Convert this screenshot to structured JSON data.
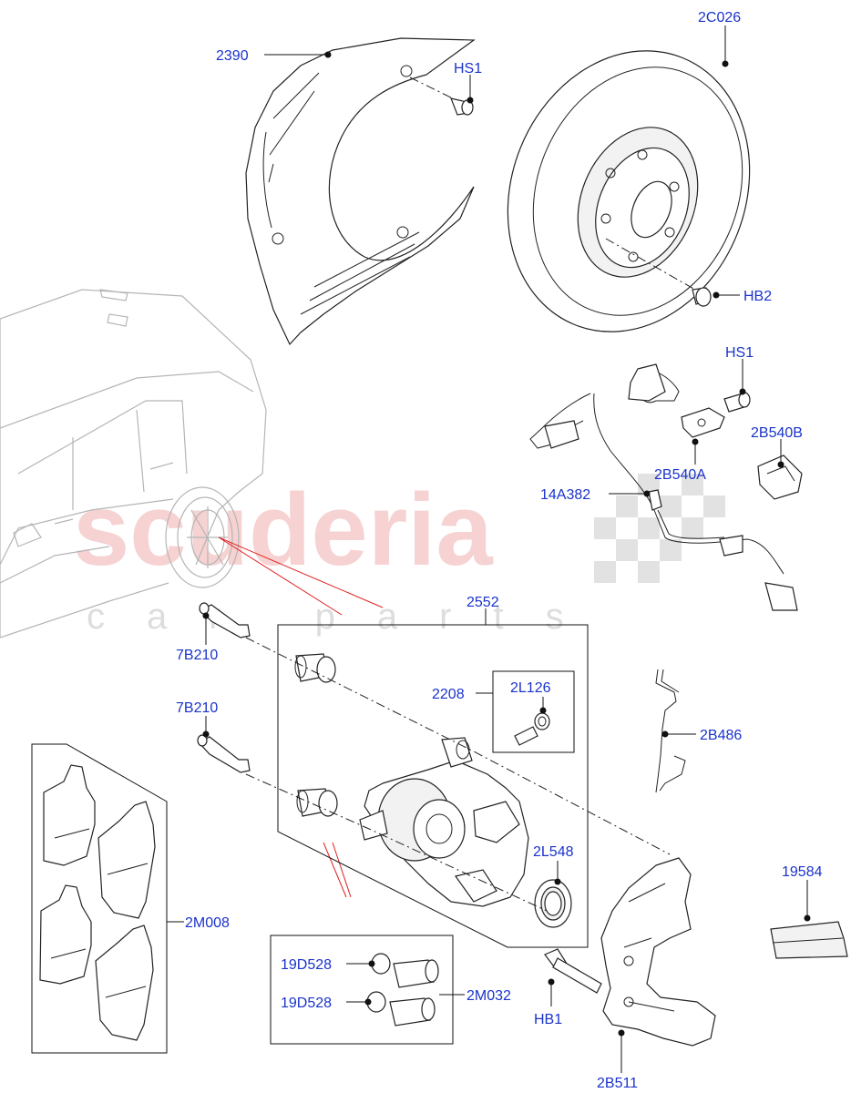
{
  "watermark": {
    "brand": "scuderia",
    "tagline": "car parts"
  },
  "labels": {
    "p2390": "2390",
    "pHS1a": "HS1",
    "p2C026": "2C026",
    "pHB2": "HB2",
    "pHS1b": "HS1",
    "p2B540B": "2B540B",
    "p2B540A": "2B540A",
    "p14A382": "14A382",
    "p2552": "2552",
    "p7B210a": "7B210",
    "p7B210b": "7B210",
    "p2208": "2208",
    "p2L126": "2L126",
    "p2B486": "2B486",
    "p2L548": "2L548",
    "p19584": "19584",
    "p2M008": "2M008",
    "p19D528a": "19D528",
    "p19D528b": "19D528",
    "p2M032": "2M032",
    "pHB1": "HB1",
    "p2B511": "2B511"
  },
  "colors": {
    "label": "#1a33cc",
    "line": "#111111",
    "pointer": "#e02020",
    "watermark": "#f3c4c4"
  }
}
